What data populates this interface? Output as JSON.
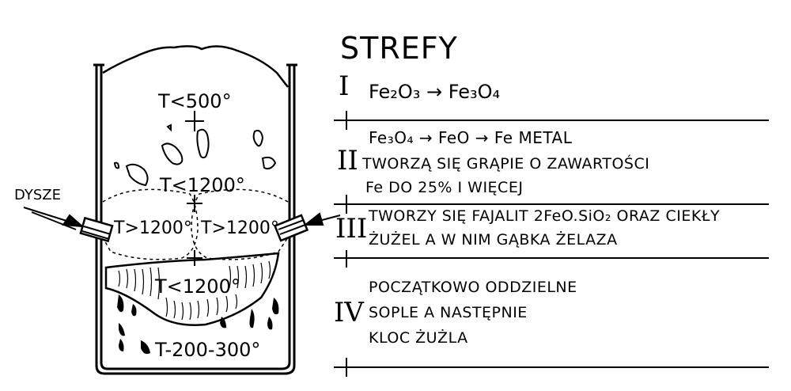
{
  "title": "STREFY",
  "furnace": {
    "nozzle_label": "DYSZE",
    "temps": {
      "top": "T<500°",
      "middle": "T<1200°",
      "left_hot": "T>1200°",
      "right_hot": "T>1200°",
      "lower": "T<1200°",
      "bottom": "T-200-300°"
    }
  },
  "zones": [
    {
      "numeral": "I",
      "lines": [
        "Fe₂O₃ → Fe₃O₄"
      ]
    },
    {
      "numeral": "II",
      "lines": [
        "Fe₃O₄ → FeO → Fe  METAL",
        "TWORZĄ SIĘ GRĄPIE O ZAWARTOŚCI",
        "Fe DO 25% I WIĘCEJ"
      ]
    },
    {
      "numeral": "III",
      "lines": [
        "TWORZY SIĘ FAJALIT 2FeO.SiO₂ ORAZ CIEKŁY",
        "ŻUŻEL A W NIM GĄBKA ŻELAZA"
      ]
    },
    {
      "numeral": "IV",
      "lines": [
        "POCZĄTKOWO ODDZIELNE",
        "SOPLE A NASTĘPNIE",
        "KLOC ŻUŻLA"
      ]
    }
  ]
}
